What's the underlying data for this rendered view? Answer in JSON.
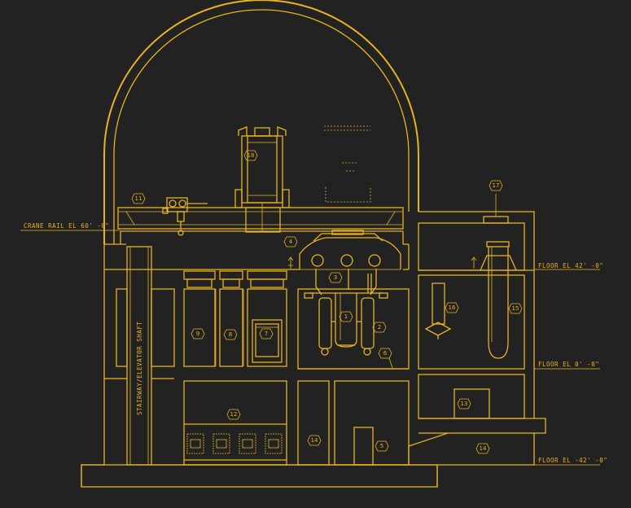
{
  "labels": {
    "crane_rail": "CRANE RAIL EL 60' -0\"",
    "floor_42": "FLOOR EL 42' -0\"",
    "floor_0": "FLOOR EL 0' -0\"",
    "floor_neg42": "FLOOR EL -42' -0\"",
    "stairway": "STAIRWAY/ELEVATOR SHAFT"
  },
  "callouts": {
    "c1": "1",
    "c2": "2",
    "c3": "3",
    "c4": "4",
    "c5": "5",
    "c6": "6",
    "c7": "7",
    "c8": "8",
    "c9": "9",
    "c11": "11",
    "c12": "12",
    "c13": "13",
    "c14a": "14",
    "c14b": "14",
    "c15": "15",
    "c16": "16",
    "c17": "17",
    "c18": "18"
  },
  "colors": {
    "background": "#222222",
    "line": "#e8b321"
  }
}
